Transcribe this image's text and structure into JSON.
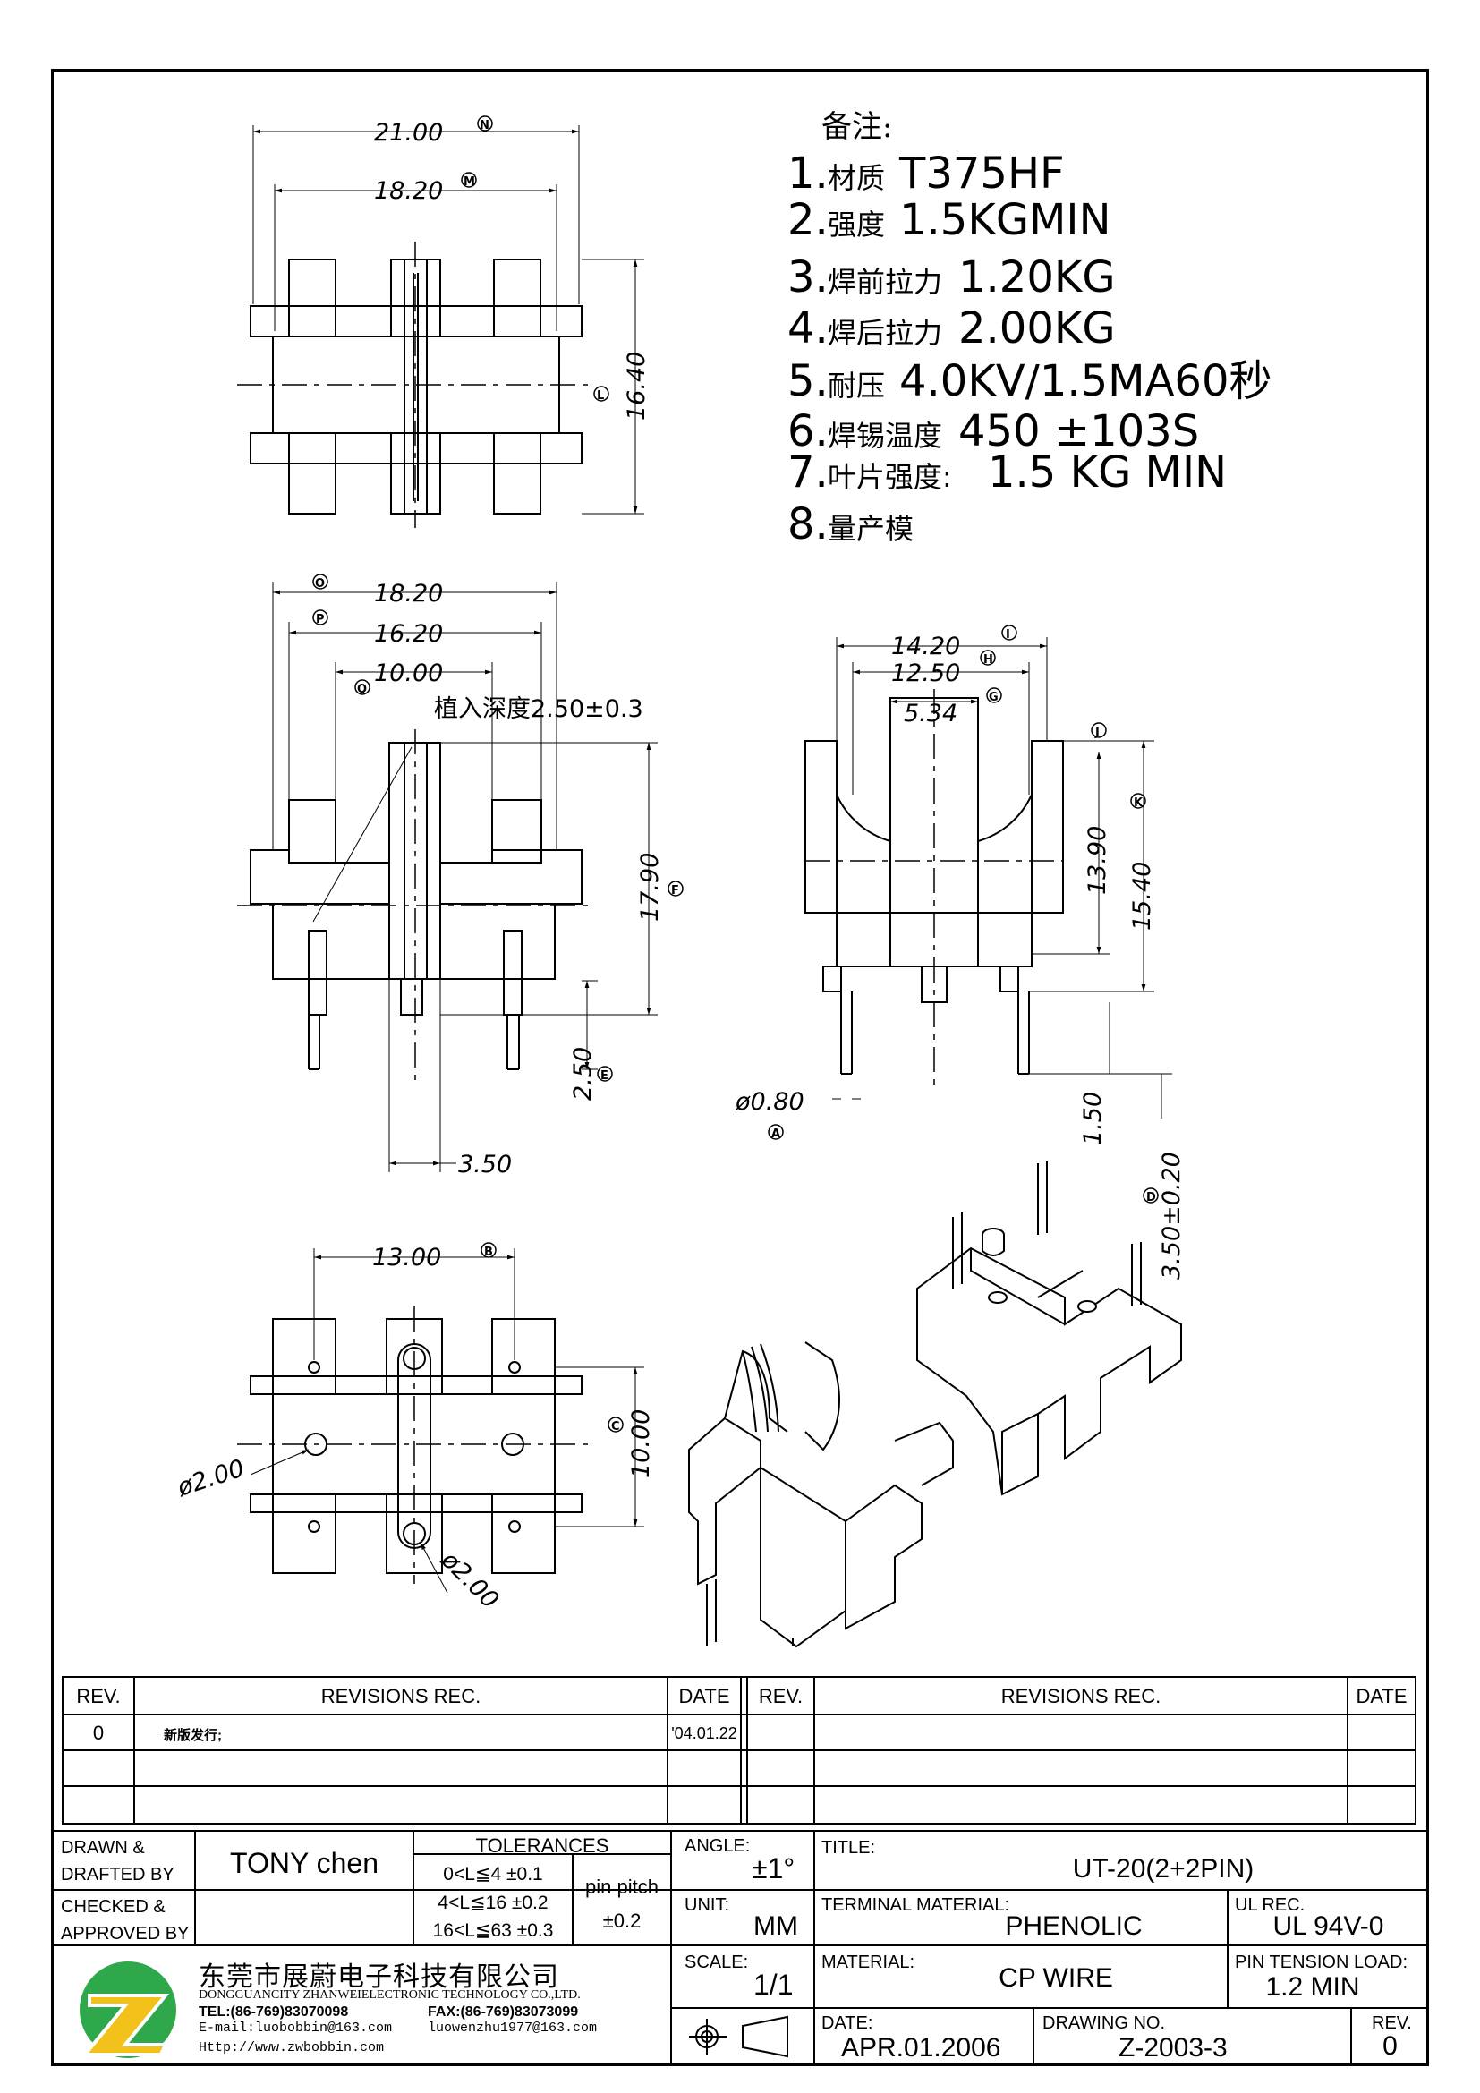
{
  "notes": {
    "heading": "备注:",
    "items": [
      {
        "num": "1.",
        "label": "材质",
        "value": "T375HF"
      },
      {
        "num": "2.",
        "label": "强度",
        "value": "1.5KGMIN"
      },
      {
        "num": "3.",
        "label": "焊前拉力",
        "value": "1.20KG"
      },
      {
        "num": "4.",
        "label": "焊后拉力",
        "value": "2.00KG"
      },
      {
        "num": "5.",
        "label": "耐压",
        "value": "4.0KV/1.5MA60秒"
      },
      {
        "num": "6.",
        "label": "焊锡温度",
        "value": "450 ±103S"
      },
      {
        "num": "7.",
        "label": "叶片强度:",
        "value": "1.5 KG MIN"
      },
      {
        "num": "8.",
        "label": "量产模",
        "value": ""
      }
    ]
  },
  "top_view": {
    "dims": {
      "width_outer": "21.00",
      "width_inner": "18.20",
      "height": "16.40"
    },
    "markers": {
      "width_outer": "N",
      "width_inner": "M",
      "height": "L"
    }
  },
  "front_view": {
    "dims": {
      "d1": "18.20",
      "d2": "16.20",
      "d3": "10.00",
      "insert_depth": "植入深度2.50±0.3",
      "height": "17.90",
      "pin": "2.50",
      "slot": "3.50"
    },
    "markers": {
      "d1": "O",
      "d2": "P",
      "d3": "Q",
      "height": "F",
      "pin": "E"
    }
  },
  "side_view": {
    "dims": {
      "d1": "14.20",
      "d2": "12.50",
      "d3": "5.34",
      "h1": "13.90",
      "h2": "15.40",
      "pin_dia": "ø0.80",
      "standoff": "1.50",
      "pin_len": "3.50±0.20"
    },
    "markers": {
      "d1": "I",
      "d2": "H",
      "d3": "G",
      "h1": "J",
      "h2": "K",
      "pin_dia": "A",
      "pin_len": "D"
    }
  },
  "bottom_view": {
    "dims": {
      "pitch": "13.00",
      "row": "10.00",
      "hole1": "ø2.00",
      "hole2": "ø2.00"
    },
    "markers": {
      "pitch": "B",
      "row": "C"
    }
  },
  "revisions": {
    "headers": {
      "rev": "REV.",
      "rec": "REVISIONS REC.",
      "date": "DATE"
    },
    "rows": [
      {
        "rev": "0",
        "rec": "新版发行;",
        "date": "'04.01.22"
      }
    ]
  },
  "title_block": {
    "drawn_label": "DRAWN &\nDRAFTED BY",
    "drawn_value": "TONY chen",
    "checked_label": "CHECKED &\nAPPROVED BY",
    "checked_value": "",
    "tolerances_label": "TOLERANCES",
    "tolerance_rows": [
      "0<L≦4 ±0.1",
      "4<L≦16 ±0.2",
      "16<L≦63 ±0.3"
    ],
    "pin_pitch_label": "pin pitch",
    "pin_pitch_value": "±0.2",
    "angle_label": "ANGLE:",
    "angle_value": "±1°",
    "unit_label": "UNIT:",
    "unit_value": "MM",
    "scale_label": "SCALE:",
    "scale_value": "1/1",
    "title_label": "TITLE:",
    "title_value": "UT-20(2+2PIN)",
    "terminal_label": "TERMINAL MATERIAL:",
    "terminal_value": "PHENOLIC",
    "ul_label": "UL REC.",
    "ul_value": "UL 94V-0",
    "material_label": "MATERIAL:",
    "material_value": "CP WIRE",
    "pin_tension_label": "PIN TENSION LOAD:",
    "pin_tension_value": "1.2 MIN",
    "date_label": "DATE:",
    "date_value": "APR.01.2006",
    "drawing_no_label": "DRAWING NO.",
    "drawing_no_value": "Z-2003-3",
    "rev_label": "REV.",
    "rev_value": "0"
  },
  "company": {
    "name_cn": "东莞市展蔚电子科技有限公司",
    "name_en": "DONGGUANCITY ZHANWEIELECTRONIC TECHNOLOGY CO.,LTD.",
    "tel": "TEL:(86-769)83070098",
    "fax": "FAX:(86-769)83073099",
    "email": "E-mail:luobobbin@163.com",
    "email2": "luowenzhu1977@163.com",
    "web": "Http://www.zwbobbin.com",
    "logo_color": "#2ea84a",
    "logo_accent": "#f2c21a"
  }
}
